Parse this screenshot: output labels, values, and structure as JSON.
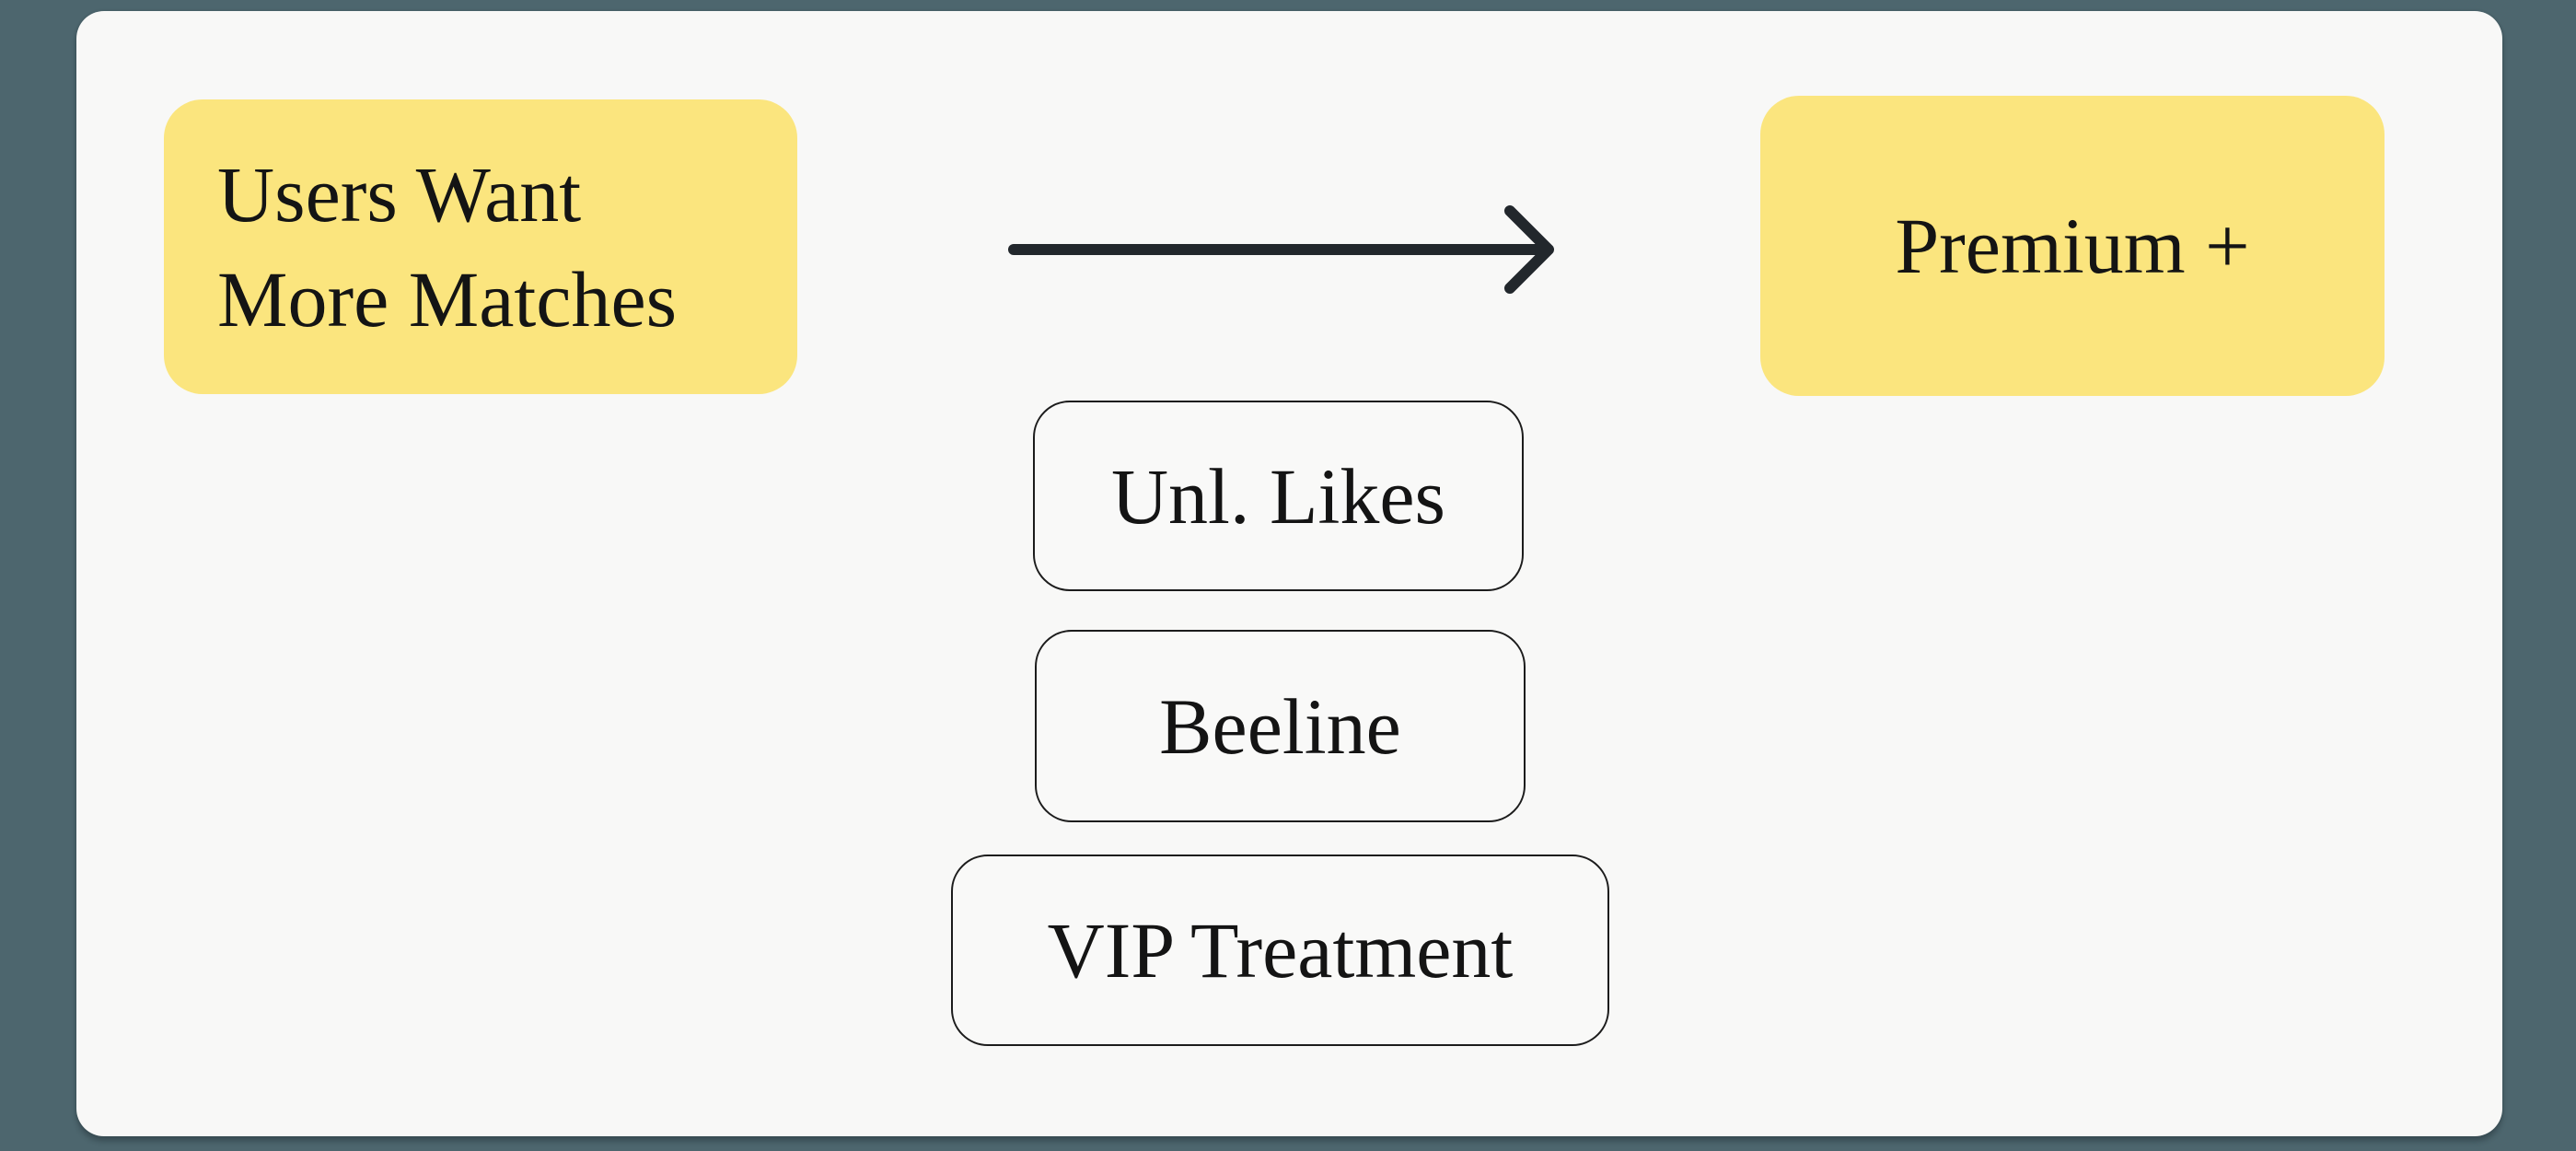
{
  "diagram": {
    "source": {
      "lines": [
        "Users Want",
        "More Matches"
      ]
    },
    "target": {
      "label": "Premium +"
    },
    "features": [
      {
        "label": "Unl. Likes"
      },
      {
        "label": "Beeline"
      },
      {
        "label": "VIP Treatment"
      }
    ],
    "connector": {
      "type": "arrow-right"
    }
  },
  "colors": {
    "background": "#4d666e",
    "panel": "#f8f8f7",
    "node_highlight": "#fbe57e",
    "text": "#141414",
    "arrow_ink": "#22272c",
    "outline_border": "#1c1c1c"
  }
}
